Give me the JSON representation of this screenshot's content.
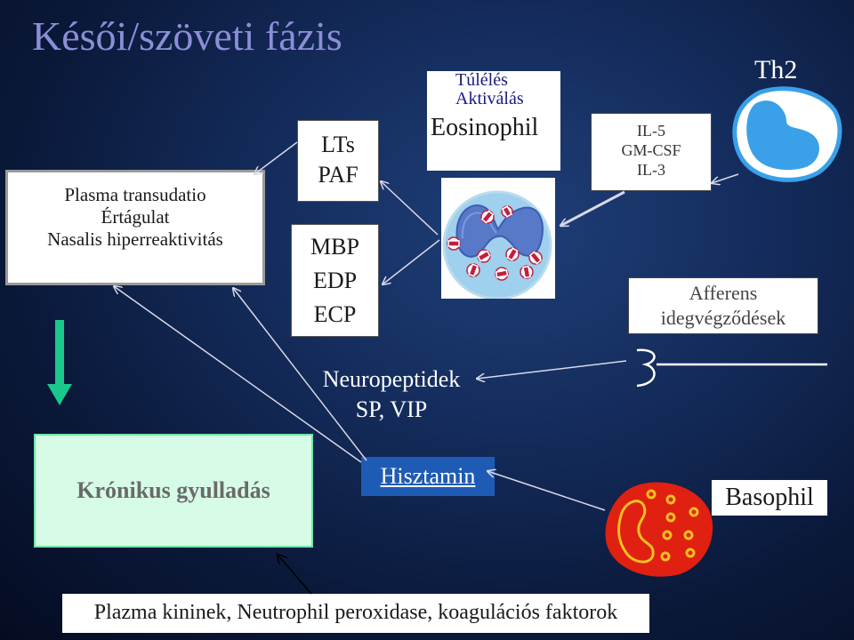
{
  "title": "Késői/szöveti fázis",
  "plasma_box": {
    "line1": "Plasma transudatio",
    "line2": "Értágulat",
    "line3": "Nasalis hiperreaktivitás"
  },
  "lts_box": {
    "line1": "LTs",
    "line2": "PAF"
  },
  "mbp_box": {
    "line1": "MBP",
    "line2": "EDP",
    "line3": "ECP"
  },
  "eosinophil": {
    "line1": "Túlélés",
    "line2": "Aktiválás",
    "name": "Eosinophil"
  },
  "cytokines": {
    "line1": "IL-5",
    "line2": "GM-CSF",
    "line3": "IL-3"
  },
  "th2": "Th2",
  "afferens": {
    "line1": "Afferens",
    "line2": "idegvégződések"
  },
  "neuropeptidek": {
    "line1": "Neuropeptidek",
    "line2": "SP, VIP"
  },
  "hisztamin": "Hisztamin",
  "kronikus": "Krónikus gyulladás",
  "basophil": "Basophil",
  "bottom_text": "Plazma kininek, Neutrophil peroxidase, koagulációs faktorok",
  "colors": {
    "title": "#8c8ed8",
    "down_arrow": "#19c88a",
    "kronikus_bg": "#d6fbe6",
    "hisztamin_bg": "#1e5bb4",
    "basophil_red": "#e02010",
    "th2_blue": "#3aa0e8",
    "eosinophil_blue": "#9fd0ee"
  }
}
